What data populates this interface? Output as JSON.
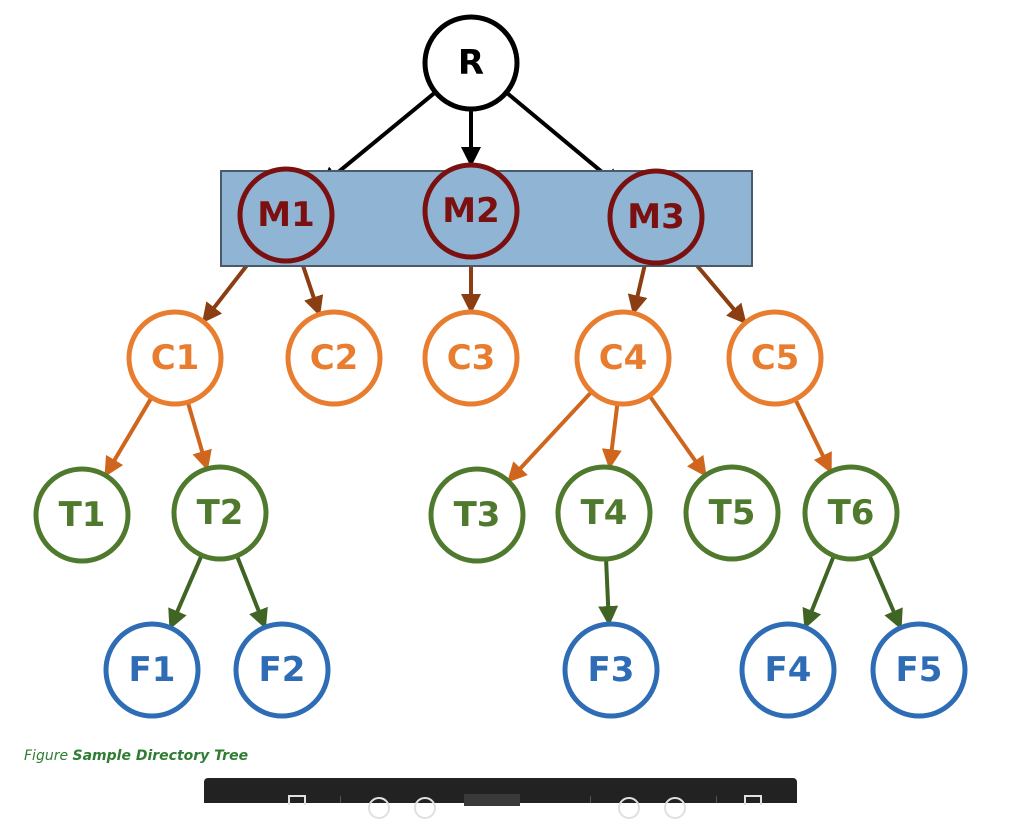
{
  "colors": {
    "root": "#000000",
    "root_fill": "#ffffff",
    "m_level": "#7b1010",
    "m_highlight_fill": "#8fb4d4",
    "m_highlight_border": "#4a5a68",
    "c_level": "#e87d2f",
    "c_edge": "#d0661e",
    "m_edge": "#8a3e12",
    "t_level": "#4f7a2e",
    "t_edge": "#3f6424",
    "f_level": "#2e6db5"
  },
  "nodes": {
    "R": "R",
    "M1": "M1",
    "M2": "M2",
    "M3": "M3",
    "C1": "C1",
    "C2": "C2",
    "C3": "C3",
    "C4": "C4",
    "C5": "C5",
    "T1": "T1",
    "T2": "T2",
    "T3": "T3",
    "T4": "T4",
    "T5": "T5",
    "T6": "T6",
    "F1": "F1",
    "F2": "F2",
    "F3": "F3",
    "F4": "F4",
    "F5": "F5"
  },
  "edges": [
    [
      "R",
      "M1"
    ],
    [
      "R",
      "M2"
    ],
    [
      "R",
      "M3"
    ],
    [
      "M1",
      "C1"
    ],
    [
      "M1",
      "C2"
    ],
    [
      "M2",
      "C3"
    ],
    [
      "M3",
      "C4"
    ],
    [
      "M3",
      "C5"
    ],
    [
      "C1",
      "T1"
    ],
    [
      "C1",
      "T2"
    ],
    [
      "C4",
      "T3"
    ],
    [
      "C4",
      "T4"
    ],
    [
      "C4",
      "T5"
    ],
    [
      "C5",
      "T6"
    ],
    [
      "T2",
      "F1"
    ],
    [
      "T2",
      "F2"
    ],
    [
      "T4",
      "F3"
    ],
    [
      "T6",
      "F4"
    ],
    [
      "T6",
      "F5"
    ]
  ],
  "caption": {
    "prefix": "Figure",
    "title": "Sample Directory Tree"
  }
}
